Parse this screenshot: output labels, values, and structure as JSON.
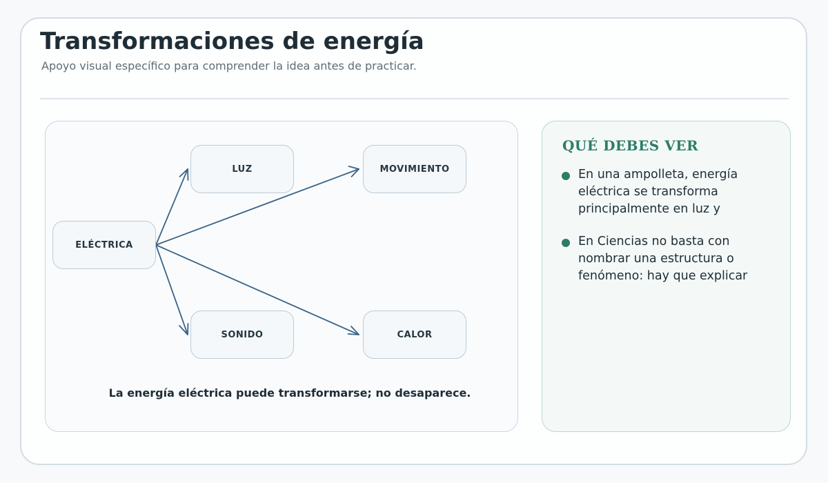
{
  "header": {
    "title": "Transformaciones de energía",
    "subtitle": "Apoyo visual específico para comprender la idea antes de practicar."
  },
  "diagram": {
    "source": "ELÉCTRICA",
    "targets": [
      "LUZ",
      "MOVIMIENTO",
      "SONIDO",
      "CALOR"
    ],
    "caption": "La energía eléctrica puede transformarse; no desaparece."
  },
  "side_panel": {
    "title": "QUÉ DEBES VER",
    "items": [
      "En una ampolleta, energía eléctrica se transforma principalmente en luz y",
      "En Ciencias no basta con nombrar una estructura o fenómeno: hay que explicar"
    ]
  },
  "colors": {
    "accent": "#2e7c68",
    "arrow": "#3a6385",
    "text": "#1f2d36"
  }
}
